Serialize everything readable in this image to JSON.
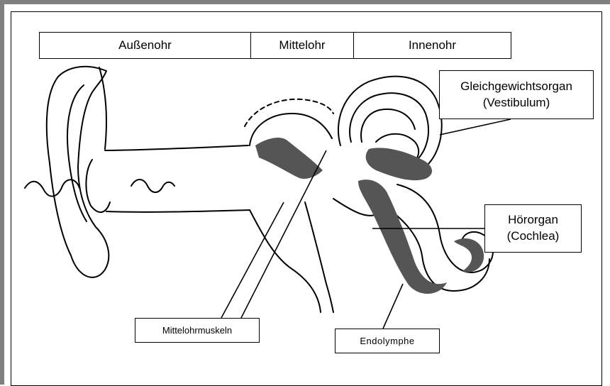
{
  "zones": {
    "outer": "Außenohr",
    "middle": "Mittelohr",
    "inner": "Innenohr"
  },
  "labels": {
    "vestibulum_line1": "Gleichgewichtsorgan",
    "vestibulum_line2": "(Vestibulum)",
    "cochlea_line1": "Hörorgan",
    "cochlea_line2": "(Cochlea)",
    "muscles": "Mittelohrmuskeln",
    "endolymph": "Endolymphe"
  },
  "colors": {
    "ink": "#000000",
    "fill_dark": "#555555",
    "frame_shadow": "#808080"
  }
}
